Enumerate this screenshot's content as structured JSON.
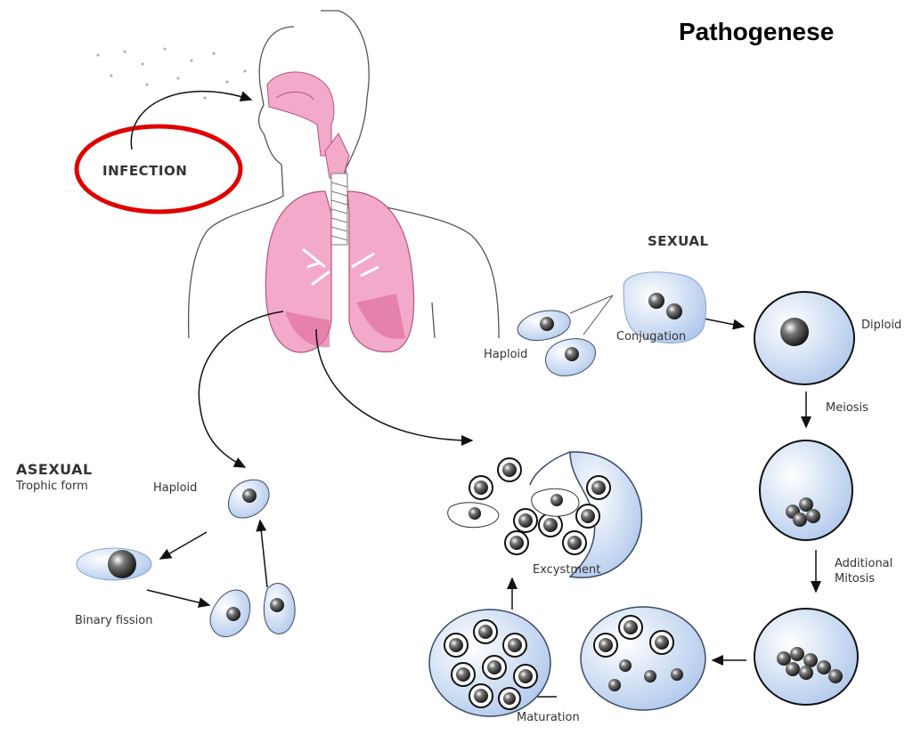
{
  "title": "Pathogenese",
  "labels": {
    "infection": "INFECTION",
    "sexual": "SEXUAL",
    "asexual": "ASEXUAL",
    "trophic_form": "Trophic form",
    "haploid_asexual": "Haploid",
    "binary_fission": "Binary fission",
    "haploid_sexual": "Haploid",
    "conjugation": "Conjugation",
    "diploid": "Diploid",
    "meiosis": "Meiosis",
    "additional": "Additional",
    "mitosis": "Mitosis",
    "excystment": "Excystment",
    "maturation": "Maturation"
  },
  "colors": {
    "highlight": "#e00000",
    "lung": "#f0a3c6",
    "lung_dark": "#e0709f",
    "cell": "#b9cff0",
    "cell_edge": "#3a4a66",
    "nucleus": "#2b2b2b"
  }
}
